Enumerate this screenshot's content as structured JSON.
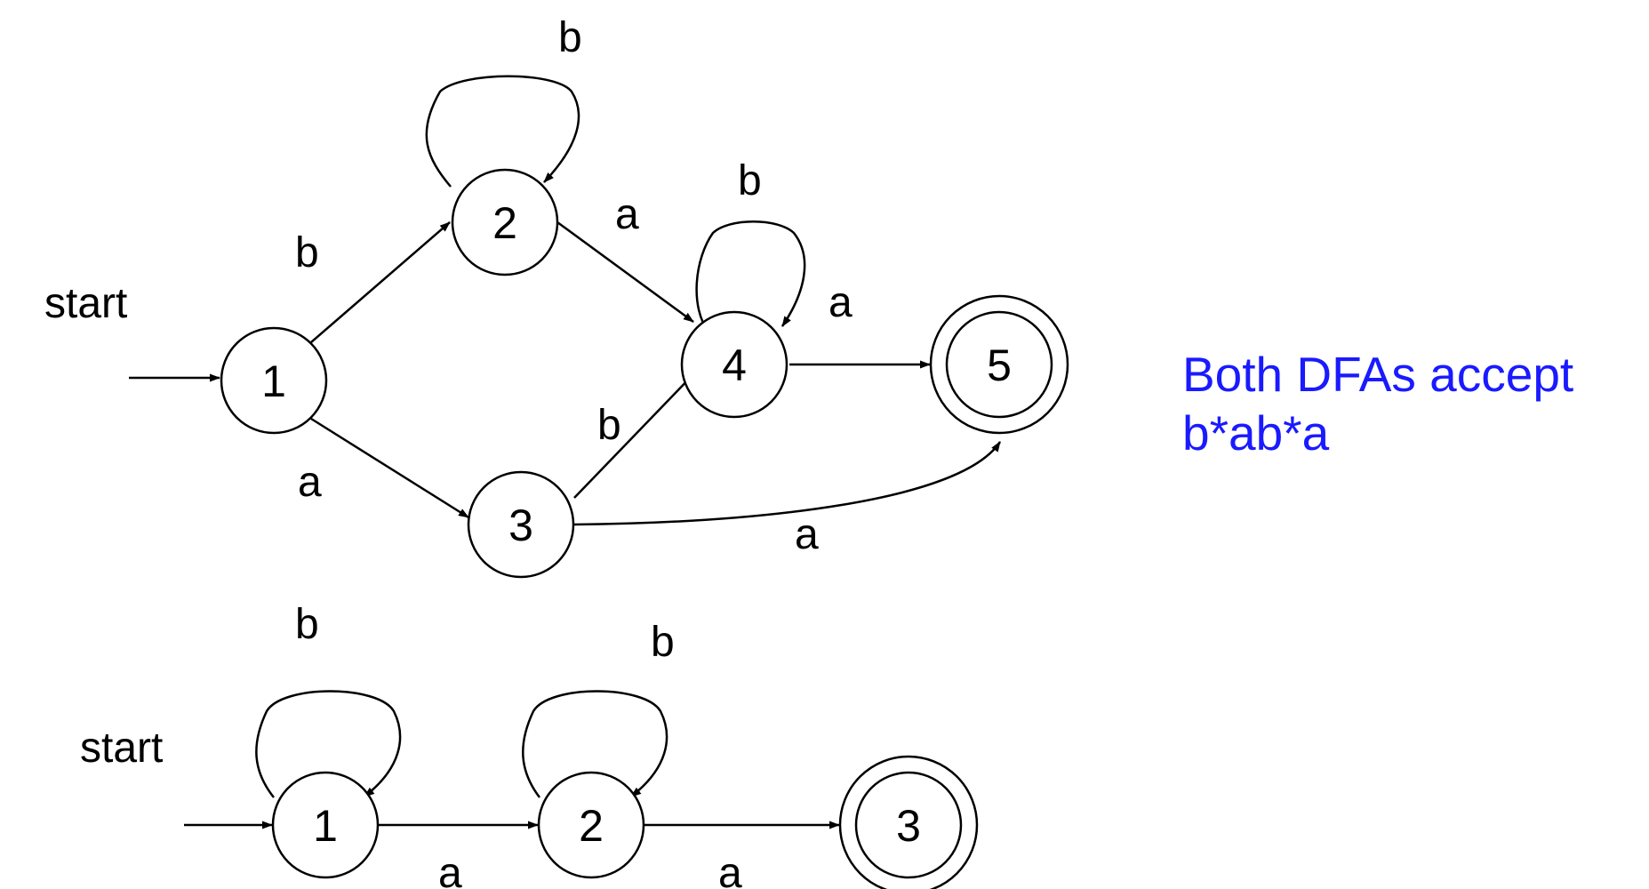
{
  "dfa_top": {
    "start_label": "start",
    "states": [
      "1",
      "2",
      "3",
      "4",
      "5"
    ],
    "accepting_states": [
      "5"
    ],
    "transitions": [
      {
        "from": "1",
        "to": "2",
        "symbol": "b"
      },
      {
        "from": "1",
        "to": "3",
        "symbol": "a"
      },
      {
        "from": "2",
        "to": "2",
        "symbol": "b"
      },
      {
        "from": "2",
        "to": "4",
        "symbol": "a"
      },
      {
        "from": "3",
        "to": "4",
        "symbol": "b"
      },
      {
        "from": "3",
        "to": "5",
        "symbol": "a"
      },
      {
        "from": "4",
        "to": "4",
        "symbol": "b"
      },
      {
        "from": "4",
        "to": "5",
        "symbol": "a"
      }
    ]
  },
  "dfa_bottom": {
    "start_label": "start",
    "states": [
      "1",
      "2",
      "3"
    ],
    "accepting_states": [
      "3"
    ],
    "transitions": [
      {
        "from": "1",
        "to": "1",
        "symbol": "b"
      },
      {
        "from": "1",
        "to": "2",
        "symbol": "a"
      },
      {
        "from": "2",
        "to": "2",
        "symbol": "b"
      },
      {
        "from": "2",
        "to": "3",
        "symbol": "a"
      }
    ]
  },
  "note": {
    "line1": "Both DFAs accept",
    "line2": "b*ab*a",
    "color": "#1a1aff"
  }
}
